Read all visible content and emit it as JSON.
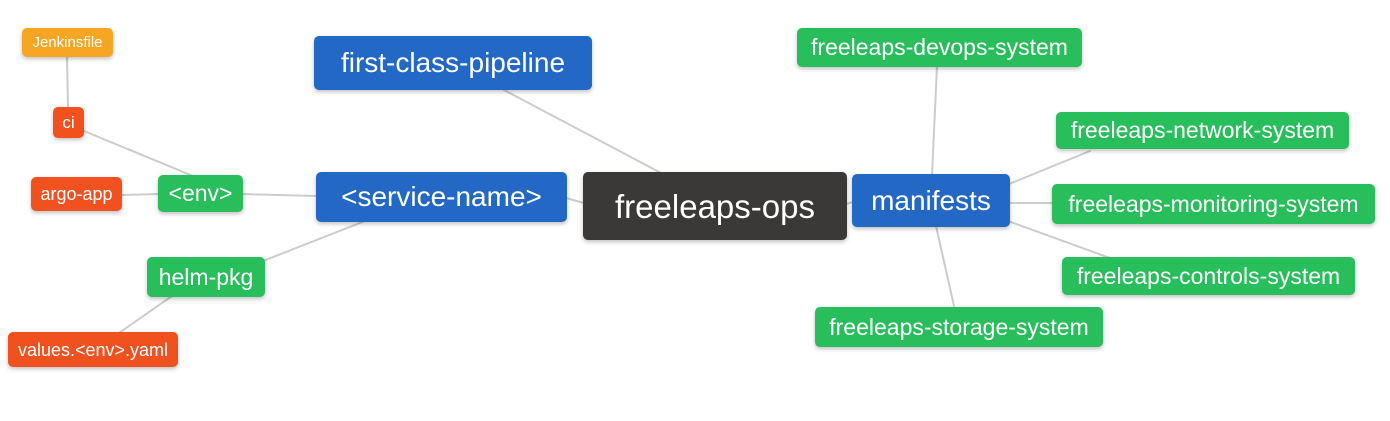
{
  "diagram": {
    "type": "mindmap",
    "root_label": "freeleaps-ops"
  },
  "colors": {
    "background": "#ffffff",
    "root_node": "#3B3838",
    "level1_node": "#2368C4",
    "level2_node": "#27BE5B",
    "level3_node": "#F1501F",
    "level4_node": "#F6A623",
    "connector_line": "#cccccc",
    "node_text": "#ffffff"
  },
  "nodes": [
    {
      "id": "freeleaps-ops",
      "label": "freeleaps-ops",
      "level": "root"
    },
    {
      "id": "first-class-pipeline",
      "label": "first-class-pipeline",
      "level": "1"
    },
    {
      "id": "service-name",
      "label": "<service-name>",
      "level": "1"
    },
    {
      "id": "manifests",
      "label": "manifests",
      "level": "1"
    },
    {
      "id": "env",
      "label": "<env>",
      "level": "2"
    },
    {
      "id": "helm-pkg",
      "label": "helm-pkg",
      "level": "2"
    },
    {
      "id": "freeleaps-devops-system",
      "label": "freeleaps-devops-system",
      "level": "2"
    },
    {
      "id": "freeleaps-network-system",
      "label": "freeleaps-network-system",
      "level": "2"
    },
    {
      "id": "freeleaps-monitoring-system",
      "label": "freeleaps-monitoring-system",
      "level": "2"
    },
    {
      "id": "freeleaps-controls-system",
      "label": "freeleaps-controls-system",
      "level": "2"
    },
    {
      "id": "freeleaps-storage-system",
      "label": "freeleaps-storage-system",
      "level": "2"
    },
    {
      "id": "ci",
      "label": "ci",
      "level": "3"
    },
    {
      "id": "argo-app",
      "label": "argo-app",
      "level": "3"
    },
    {
      "id": "values-env-yaml",
      "label": "values.<env>.yaml",
      "level": "3"
    },
    {
      "id": "jenkinsfile",
      "label": "Jenkinsfile",
      "level": "4"
    }
  ],
  "edges": [
    [
      "freeleaps-ops",
      "first-class-pipeline"
    ],
    [
      "freeleaps-ops",
      "service-name"
    ],
    [
      "freeleaps-ops",
      "manifests"
    ],
    [
      "service-name",
      "env"
    ],
    [
      "service-name",
      "helm-pkg"
    ],
    [
      "env",
      "ci"
    ],
    [
      "env",
      "argo-app"
    ],
    [
      "ci",
      "jenkinsfile"
    ],
    [
      "helm-pkg",
      "values-env-yaml"
    ],
    [
      "manifests",
      "freeleaps-devops-system"
    ],
    [
      "manifests",
      "freeleaps-network-system"
    ],
    [
      "manifests",
      "freeleaps-monitoring-system"
    ],
    [
      "manifests",
      "freeleaps-controls-system"
    ],
    [
      "manifests",
      "freeleaps-storage-system"
    ]
  ]
}
